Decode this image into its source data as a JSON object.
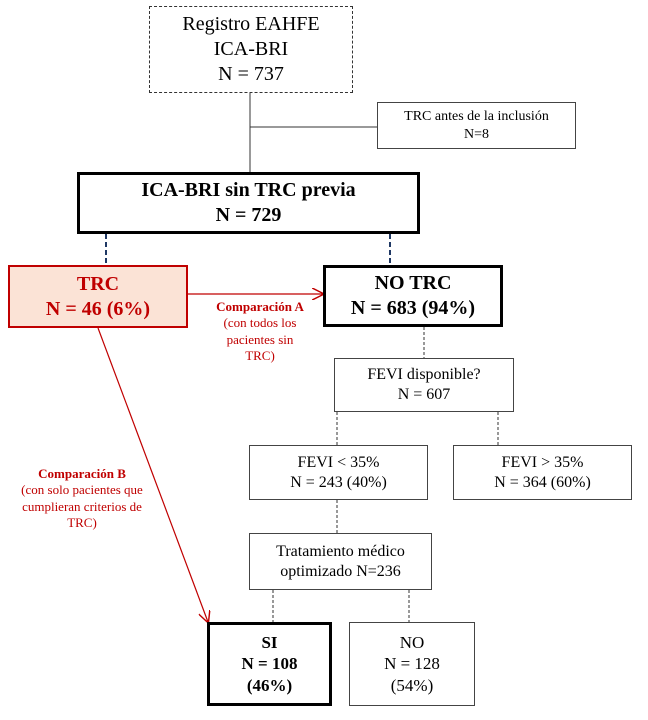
{
  "registro": {
    "line1": "Registro EAHFE",
    "line2": "ICA-BRI",
    "line3": "N = 737"
  },
  "excluded": {
    "line1": "TRC antes de la inclusión",
    "line2": "N=8"
  },
  "main": {
    "line1": "ICA-BRI sin TRC previa",
    "line2": "N = 729"
  },
  "trc": {
    "line1": "TRC",
    "line2": "N = 46 (6%)"
  },
  "no_trc": {
    "line1": "NO TRC",
    "line2": "N = 683 (94%)"
  },
  "comp_a": {
    "title": "Comparación  A",
    "l1": "(con todos los",
    "l2": "pacientes  sin",
    "l3": "TRC)"
  },
  "fevi_disp": {
    "line1": "FEVI disponible?",
    "line2": "N = 607"
  },
  "fevi_low": {
    "line1": "FEVI < 35%",
    "line2": "N = 243  (40%)"
  },
  "fevi_high": {
    "line1": "FEVI > 35%",
    "line2": "N = 364  (60%)"
  },
  "comp_b": {
    "title": "Comparación  B",
    "l1": "(con solo pacientes que",
    "l2": "cumplieran  criterios  de",
    "l3": "TRC)"
  },
  "tratamiento": {
    "line1": "Tratamiento  médico",
    "line2": "optimizado N=236"
  },
  "si": {
    "line1": "SI",
    "line2": "N = 108",
    "line3": "(46%)"
  },
  "no": {
    "line1": "NO",
    "line2": "N = 128",
    "line3": "(54%)"
  },
  "colors": {
    "accent_red": "#c00000",
    "trc_fill": "#fbe3d6"
  }
}
